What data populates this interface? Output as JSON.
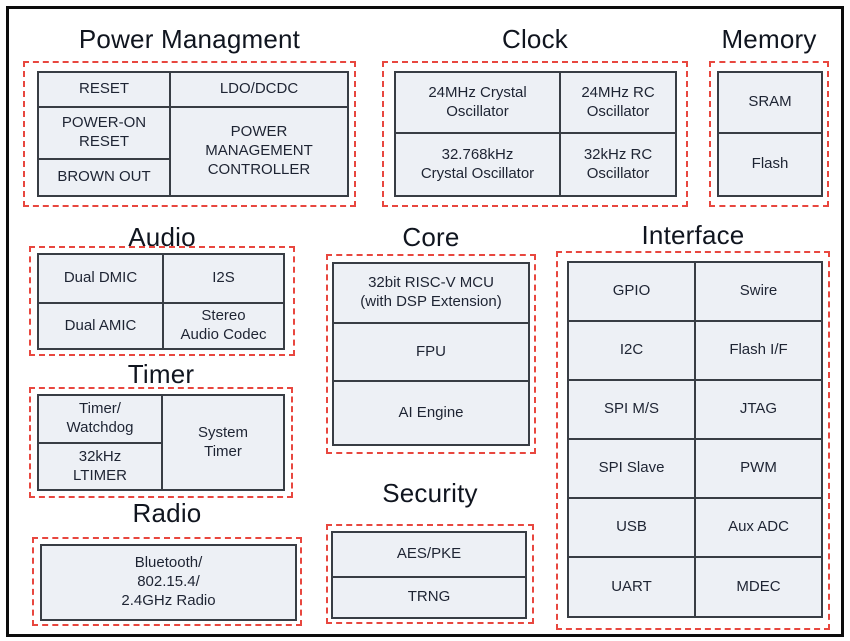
{
  "diagram": {
    "name": "SoC block diagram",
    "colors": {
      "block_fill": "#edf0f5",
      "block_border": "#383d44",
      "group_outline_dashed": "#e8473f",
      "text": "#1e2433",
      "frame": "#0c0c0c",
      "background": "#ffffff"
    }
  },
  "sections": {
    "power": {
      "title": "Power Managment",
      "cells": {
        "reset": "RESET",
        "ldo_dcdc": "LDO/DCDC",
        "power_on_reset": "POWER-ON\nRESET",
        "pmc": "POWER\nMANAGEMENT\nCONTROLLER",
        "brown_out": "BROWN OUT"
      }
    },
    "clock": {
      "title": "Clock",
      "cells": {
        "crystal_24mhz": "24MHz Crystal\nOscillator",
        "rc_24mhz": "24MHz RC\nOscillator",
        "crystal_32khz": "32.768kHz\nCrystal Oscillator",
        "rc_32khz": "32kHz RC\nOscillator"
      }
    },
    "memory": {
      "title": "Memory",
      "cells": {
        "sram": "SRAM",
        "flash": "Flash"
      }
    },
    "audio": {
      "title": "Audio",
      "cells": {
        "dual_dmic": "Dual DMIC",
        "i2s": "I2S",
        "dual_amic": "Dual AMIC",
        "stereo_codec": "Stereo\nAudio Codec"
      }
    },
    "core": {
      "title": "Core",
      "cells": {
        "mcu": "32bit RISC-V MCU\n(with DSP Extension)",
        "fpu": "FPU",
        "ai_engine": "AI Engine"
      }
    },
    "interface": {
      "title": "Interface",
      "cells": {
        "gpio": "GPIO",
        "swire": "Swire",
        "i2c": "I2C",
        "flash_if": "Flash I/F",
        "spi_ms": "SPI M/S",
        "jtag": "JTAG",
        "spi_slave": "SPI Slave",
        "pwm": "PWM",
        "usb": "USB",
        "aux_adc": "Aux ADC",
        "uart": "UART",
        "mdec": "MDEC"
      }
    },
    "timer": {
      "title": "Timer",
      "cells": {
        "timer_watchdog": "Timer/\nWatchdog",
        "ltimer_32khz": "32kHz\nLTIMER",
        "system_timer": "System\nTimer"
      }
    },
    "radio": {
      "title": "Radio",
      "cells": {
        "radio_block": "Bluetooth/\n802.15.4/\n2.4GHz Radio"
      }
    },
    "security": {
      "title": "Security",
      "cells": {
        "aes_pke": "AES/PKE",
        "trng": "TRNG"
      }
    }
  }
}
